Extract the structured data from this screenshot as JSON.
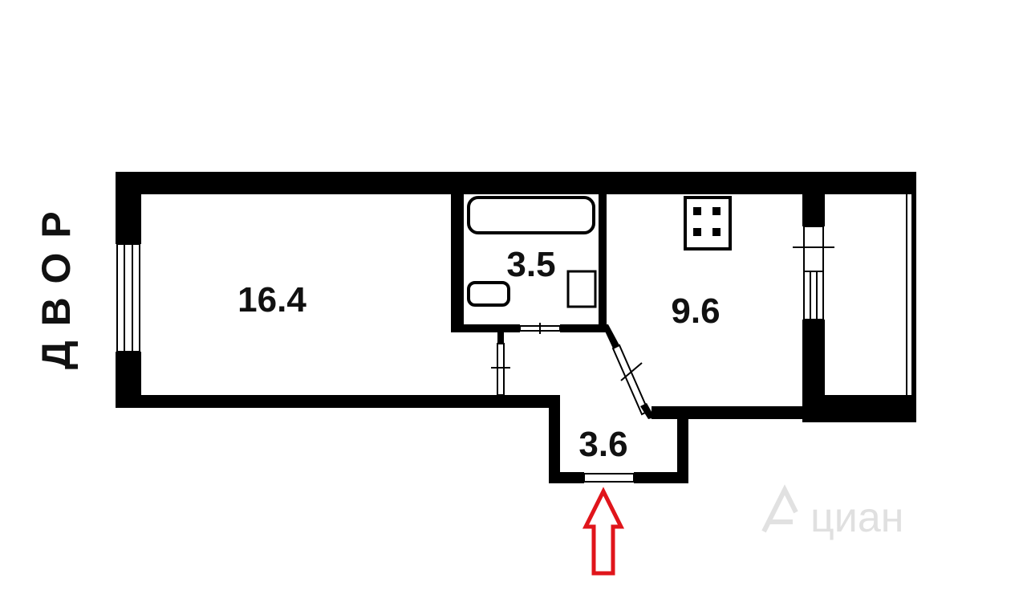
{
  "plan": {
    "side_label": "ДВОР",
    "rooms": [
      {
        "id": "room",
        "area": "16.4"
      },
      {
        "id": "bathroom",
        "area": "3.5"
      },
      {
        "id": "kitchen",
        "area": "9.6"
      },
      {
        "id": "hall",
        "area": "3.6"
      }
    ],
    "watermark": "циан"
  },
  "colors": {
    "wall": "#000000",
    "background": "#ffffff",
    "entrance_arrow": "#e0151b"
  },
  "icons": [
    "entrance-arrow-icon",
    "stove-icon",
    "bathtub-icon",
    "sink-icon",
    "toilet-icon"
  ]
}
